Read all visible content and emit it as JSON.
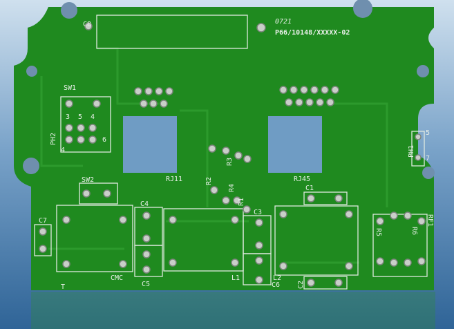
{
  "board": {
    "board_code": "0721",
    "part_number": "P66/10148/XXXXX-02",
    "colors": {
      "board": "#1f8a1f",
      "background": "#4a7fb0",
      "silkscreen": "#e8f0e8"
    },
    "labels": {
      "c8": "C8",
      "sw1": "SW1",
      "ph2": "PH2",
      "pin3": "3",
      "pin5": "5",
      "pin4a": "4",
      "pin4b": "4",
      "pin6": "6",
      "rj11": "RJ11",
      "rj45": "RJ45",
      "r1": "R1",
      "r2": "R2",
      "r3": "R3",
      "r4": "R4",
      "sw2": "SW2",
      "c4": "C4",
      "c3": "C3",
      "c1": "C1",
      "c7": "C7",
      "cmc": "CMC",
      "c5": "C5",
      "l1": "L1",
      "c6": "C6",
      "l2": "L2",
      "c2": "C2",
      "r5": "R5",
      "r6": "R6",
      "rf1": "RF1",
      "ph1": "PH1",
      "ph1_pin5": "5",
      "ph1_pin7": "7",
      "t": "T"
    }
  }
}
